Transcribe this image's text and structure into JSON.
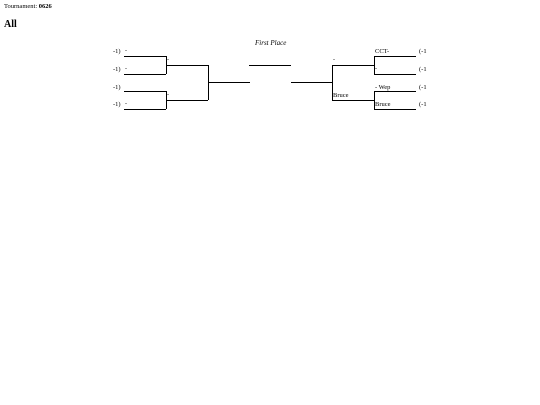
{
  "header": {
    "tournament_label": "Tournament:",
    "tournament_name": "0626",
    "title": "All"
  },
  "bracket": {
    "final_label": "First Place",
    "left": {
      "round1": [
        {
          "seed": "-1)",
          "name": "-"
        },
        {
          "seed": "-1)",
          "name": "-"
        },
        {
          "seed": "-1)",
          "name": ""
        },
        {
          "seed": "-1)",
          "name": "-"
        }
      ],
      "round2": [
        "-",
        "-"
      ],
      "round3": [
        ""
      ]
    },
    "right": {
      "round1": [
        {
          "seed": "(-1",
          "name": "CCT-"
        },
        {
          "seed": "(-1",
          "name": "-"
        },
        {
          "seed": "(-1",
          "name": " - Wep"
        },
        {
          "seed": "(-1",
          "name": "Bruce"
        }
      ],
      "round2": [
        "-",
        "Bruce"
      ],
      "round3": [
        ""
      ]
    }
  }
}
